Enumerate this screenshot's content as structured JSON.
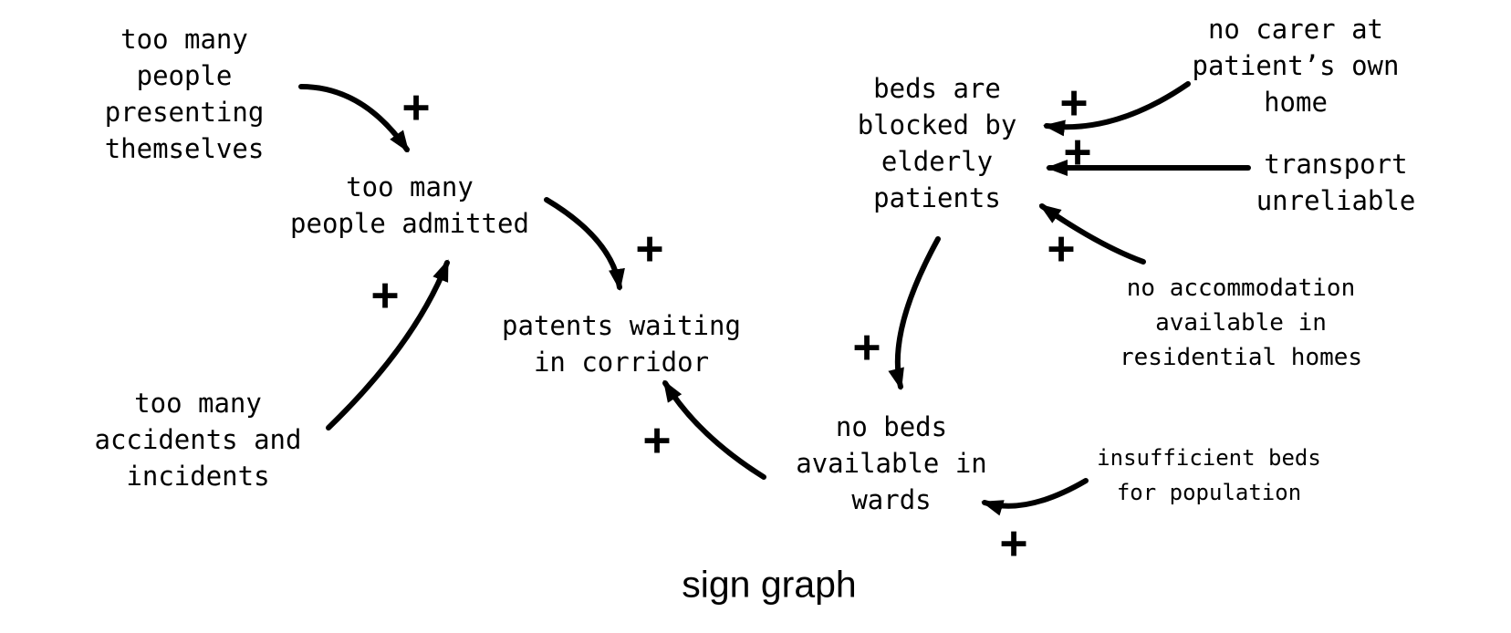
{
  "caption": "sign graph",
  "nodes": [
    {
      "id": "presenting",
      "label": "too many\npeople\npresenting\nthemselves"
    },
    {
      "id": "admitted",
      "label": "too many\npeople admitted"
    },
    {
      "id": "corridor",
      "label": "patents waiting\nin corridor"
    },
    {
      "id": "accidents",
      "label": "too many\naccidents and\nincidents"
    },
    {
      "id": "blocked",
      "label": "beds are\nblocked by\nelderly\npatients"
    },
    {
      "id": "carer",
      "label": "no carer at\npatient’s own\nhome"
    },
    {
      "id": "transport",
      "label": "transport\nunreliable"
    },
    {
      "id": "accommodation",
      "label": "no accommodation\navailable in\nresidential homes"
    },
    {
      "id": "wards",
      "label": "no beds\navailable in\nwards"
    },
    {
      "id": "insufficient",
      "label": "insufficient beds\nfor population"
    }
  ],
  "edges": [
    {
      "from": "presenting",
      "to": "admitted",
      "sign": "+"
    },
    {
      "from": "accidents",
      "to": "admitted",
      "sign": "+"
    },
    {
      "from": "admitted",
      "to": "corridor",
      "sign": "+"
    },
    {
      "from": "carer",
      "to": "blocked",
      "sign": "+"
    },
    {
      "from": "transport",
      "to": "blocked",
      "sign": "+"
    },
    {
      "from": "accommodation",
      "to": "blocked",
      "sign": "+"
    },
    {
      "from": "blocked",
      "to": "wards",
      "sign": "+"
    },
    {
      "from": "insufficient",
      "to": "wards",
      "sign": "+"
    },
    {
      "from": "wards",
      "to": "corridor",
      "sign": "+"
    }
  ]
}
